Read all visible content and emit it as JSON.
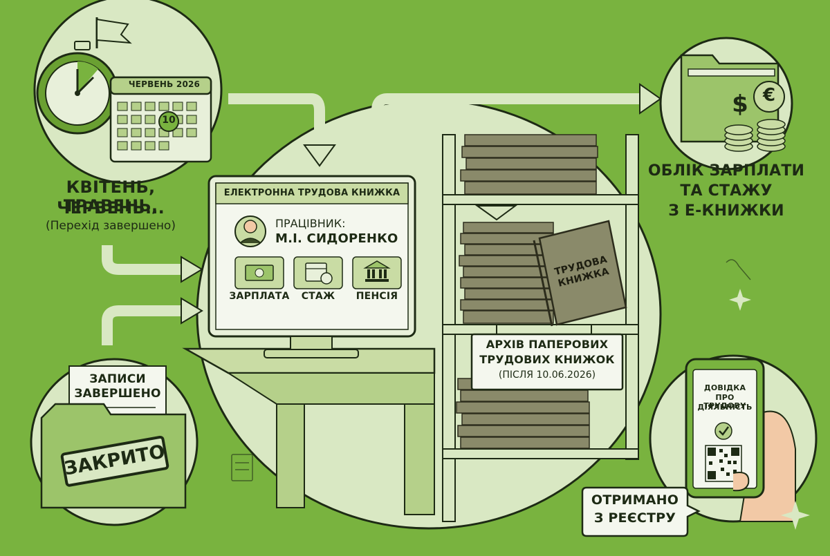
{
  "calendar": {
    "month": "ЧЕРВЕНЬ 2026",
    "highlighted_day": "10"
  },
  "transition": {
    "title_line1": "КВІТЕНЬ, ТРАВЕНЬ,",
    "title_line2": "ЧЕРВЕНЬ...",
    "subtitle": "(Перехід завершено)"
  },
  "monitor": {
    "header": "ЕЛЕКТРОННА ТРУДОВА КНИЖКА",
    "worker_label": "ПРАЦІВНИК:",
    "worker_name": "М.І. СИДОРЕНКО",
    "tiles": [
      {
        "label": "ЗАРПЛАТА",
        "icon": "money-icon"
      },
      {
        "label": "СТАЖ",
        "icon": "calendar-clock-icon"
      },
      {
        "label": "ПЕНСІЯ",
        "icon": "bank-icon"
      }
    ]
  },
  "archive": {
    "book_title_line1": "ТРУДОВА",
    "book_title_line2": "КНИЖКА",
    "sign_line1": "АРХІВ ПАПЕРОВИХ",
    "sign_line2": "ТРУДОВИХ КНИЖОК",
    "sign_line3": "(ПІСЛЯ 10.06.2026)"
  },
  "salary": {
    "line1": "ОБЛІК ЗАРПЛАТИ",
    "line2": "ТА СТАЖУ",
    "line3": "З Е-КНИЖКИ",
    "dollar": "$",
    "euro": "€"
  },
  "records": {
    "line1": "ЗАПИСИ",
    "line2": "ЗАВЕРШЕНО",
    "stamp": "ЗАКРИТО"
  },
  "phone": {
    "line1": "ДОВІДКА",
    "line2": "ПРО ТРУДОВУ",
    "line3": "ДІЯЛЬНІСТЬ",
    "bubble_line1": "ОТРИМАНО",
    "bubble_line2": "З РЕЄСТРУ"
  },
  "colors": {
    "background": "#79b33f",
    "light_green": "#d9e8c3",
    "dark": "#1d2a14",
    "archive_box": "#8a8a6a"
  }
}
